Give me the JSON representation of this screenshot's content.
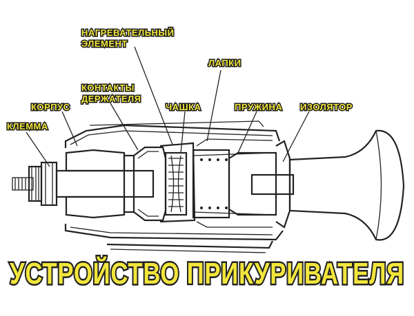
{
  "title": "УСТРОЙСТВО ПРИКУРИВАТЕЛЯ",
  "labels": {
    "heating_element_line1": "НАГРЕВАТЕЛЬНЫЙ",
    "heating_element_line2": "ЭЛЕМЕНТ",
    "tabs": "ЛАПКИ",
    "holder_contacts_line1": "КОНТАКТЫ",
    "holder_contacts_line2": "ДЕРЖАТЕЛЯ",
    "housing": "КОРПУС",
    "terminal": "КЛЕММА",
    "cup": "ЧАШКА",
    "spring": "ПРУЖИНА",
    "insulator": "ИЗОЛЯТОР"
  },
  "colors": {
    "label_fill": "#f2e63c",
    "label_outline": "#1a1a1a",
    "line": "#222222"
  }
}
